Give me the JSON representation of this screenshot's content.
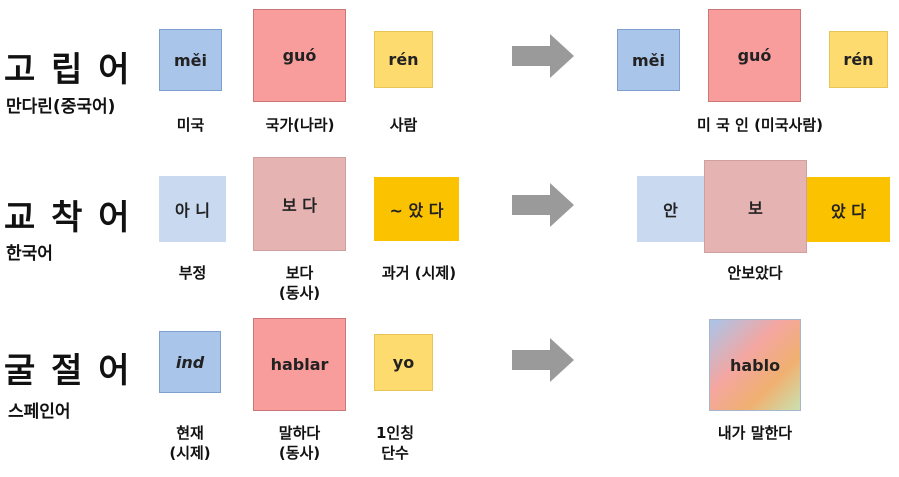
{
  "rows": [
    {
      "heading": "고 립 어",
      "language": "만다린(중국어)",
      "parts": [
        {
          "text": "měi",
          "caption": "미국"
        },
        {
          "text": "guó",
          "caption": "국가(나라)"
        },
        {
          "text": "rén",
          "caption": "사람"
        }
      ],
      "result_parts": [
        "měi",
        "guó",
        "rén"
      ],
      "result_caption": "미 국 인 (미국사람)"
    },
    {
      "heading": "교 착 어",
      "language": "한국어",
      "parts": [
        {
          "text": "아 니",
          "caption": "부정"
        },
        {
          "text": "보 다",
          "caption": "보다\n(동사)"
        },
        {
          "text": "~ 았 다",
          "caption": "과거 (시제)"
        }
      ],
      "result_parts": [
        "안",
        "보",
        "았 다"
      ],
      "result_caption": "안보았다"
    },
    {
      "heading": "굴 절 어",
      "language": "스페인어",
      "parts": [
        {
          "text": "ind",
          "caption": "현재\n(시제)"
        },
        {
          "text": "hablar",
          "caption": "말하다\n(동사)"
        },
        {
          "text": "yo",
          "caption": "1인칭\n단수"
        }
      ],
      "result_parts": [
        "hablo"
      ],
      "result_caption": "내가 말한다"
    }
  ],
  "colors": {
    "blue": "#a9c5ea",
    "red": "#f89c9c",
    "yellow": "#fddb6f",
    "light_blue": "#c8d9f0",
    "pink": "#e6b3b3",
    "gold": "#fbc200",
    "arrow": "#9a9a9a"
  }
}
